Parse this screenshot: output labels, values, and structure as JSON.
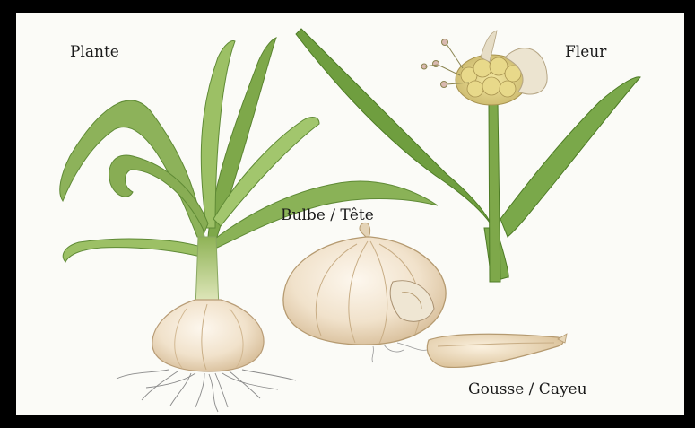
{
  "labels": {
    "plante": "Plante",
    "fleur": "Fleur",
    "bulbe": "Bulbe / Tête",
    "gousse": "Gousse / Cayeu"
  },
  "colors": {
    "frame": "#000000",
    "background": "#fbfbf7",
    "leaf": "#7fa84a",
    "leaf_light": "#c9d98a",
    "bulb": "#f3e6d2",
    "bulb_shade": "#d9c2a0",
    "root": "#8a8a8a"
  }
}
